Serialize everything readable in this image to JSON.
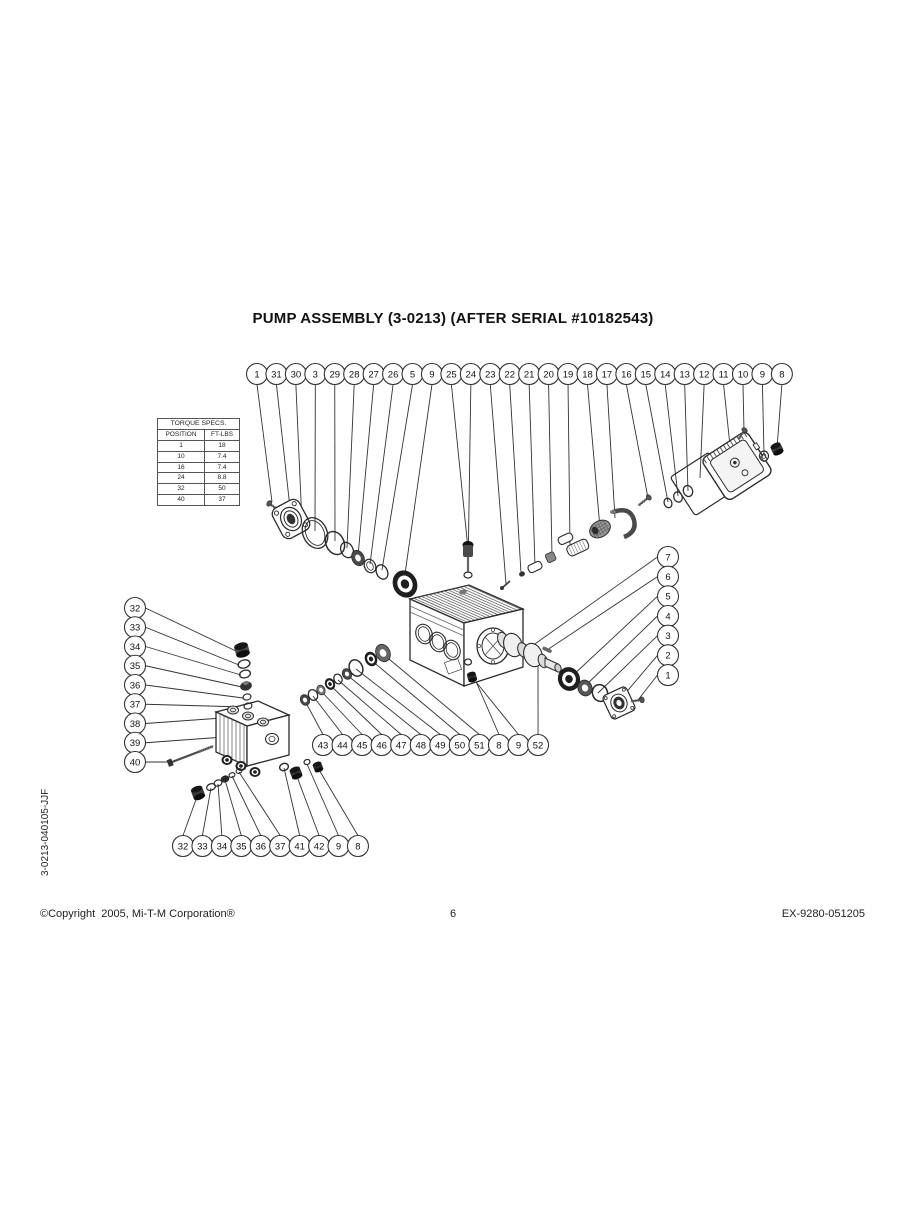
{
  "page": {
    "title": "PUMP ASSEMBLY (3-0213) (AFTER SERIAL #10182543)",
    "side_label": "3-0213-040105-JJF",
    "footer": {
      "copyright": "©Copyright  2005, Mi-T-M Corporation®",
      "page_number": "6",
      "doc_code": "EX-9280-051205"
    }
  },
  "torque_table": {
    "title": "TORQUE SPECS.",
    "columns": [
      "POSITION",
      "FT-LBS"
    ],
    "rows": [
      [
        "1",
        "18"
      ],
      [
        "10",
        "7.4"
      ],
      [
        "16",
        "7.4"
      ],
      [
        "24",
        "8.8"
      ],
      [
        "32",
        "50"
      ],
      [
        "40",
        "37"
      ]
    ]
  },
  "callouts": {
    "top_row": [
      "1",
      "31",
      "30",
      "3",
      "29",
      "28",
      "27",
      "26",
      "5",
      "9",
      "25",
      "24",
      "23",
      "22",
      "21",
      "20",
      "19",
      "18",
      "17",
      "16",
      "15",
      "14",
      "13",
      "12",
      "11",
      "10",
      "9",
      "8"
    ],
    "left_column": [
      "32",
      "33",
      "34",
      "35",
      "36",
      "37",
      "38",
      "39",
      "40"
    ],
    "right_column": [
      "7",
      "6",
      "5",
      "4",
      "3",
      "2",
      "1"
    ],
    "middle_row": [
      "43",
      "44",
      "45",
      "46",
      "47",
      "48",
      "49",
      "50",
      "51",
      "8",
      "9",
      "52"
    ],
    "bottom_row": [
      "32",
      "33",
      "34",
      "35",
      "36",
      "37",
      "41",
      "42",
      "9",
      "8"
    ]
  }
}
